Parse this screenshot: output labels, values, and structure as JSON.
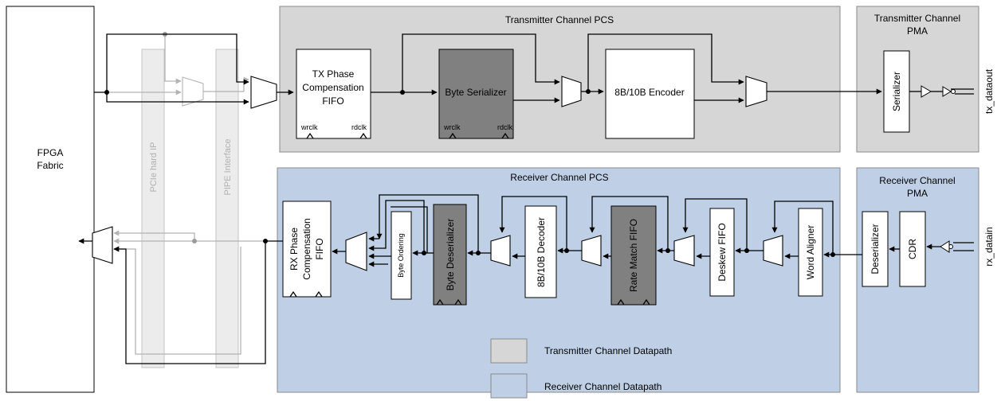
{
  "colors": {
    "tx_region": "#d6d6d6",
    "rx_region": "#bfd0e6",
    "gray_block": "#808080",
    "pipe_wire": "#b3b3b3"
  },
  "fpga": {
    "line1": "FPGA",
    "line2": "Fabric"
  },
  "pcie_hard_ip": "PCIe hard IP",
  "pipe_interface": "PIPE Interface",
  "tx_pcs": {
    "title": "Transmitter Channel PCS",
    "phase_fifo": {
      "line1": "TX Phase",
      "line2": "Compensation",
      "line3": "FIFO",
      "wrclk": "wrclk",
      "rdclk": "rdclk"
    },
    "byte_serializer": {
      "label": "Byte Serializer",
      "wrclk": "wrclk",
      "rdclk": "rdclk"
    },
    "encoder": "8B/10B Encoder"
  },
  "tx_pma": {
    "title_line1": "Transmitter Channel",
    "title_line2": "PMA",
    "serializer": "Serializer",
    "output": "tx_dataout"
  },
  "rx_pcs": {
    "title": "Receiver Channel PCS",
    "phase_fifo": {
      "line1": "RX Phase",
      "line2": "Compensation",
      "line3": "FIFO"
    },
    "byte_ordering": "Byte Ordering",
    "byte_deserializer": "Byte Deserializer",
    "decoder": "8B/10B Decoder",
    "rate_match": "Rate Match FIFO",
    "deskew": "Deskew FIFO",
    "word_aligner": "Word Aligner"
  },
  "rx_pma": {
    "title_line1": "Receiver Channel",
    "title_line2": "PMA",
    "deserializer": "Deserializer",
    "cdr": "CDR",
    "input": "rx_datain"
  },
  "legend": {
    "tx": "Transmitter Channel Datapath",
    "rx": "Receiver Channel Datapath"
  }
}
